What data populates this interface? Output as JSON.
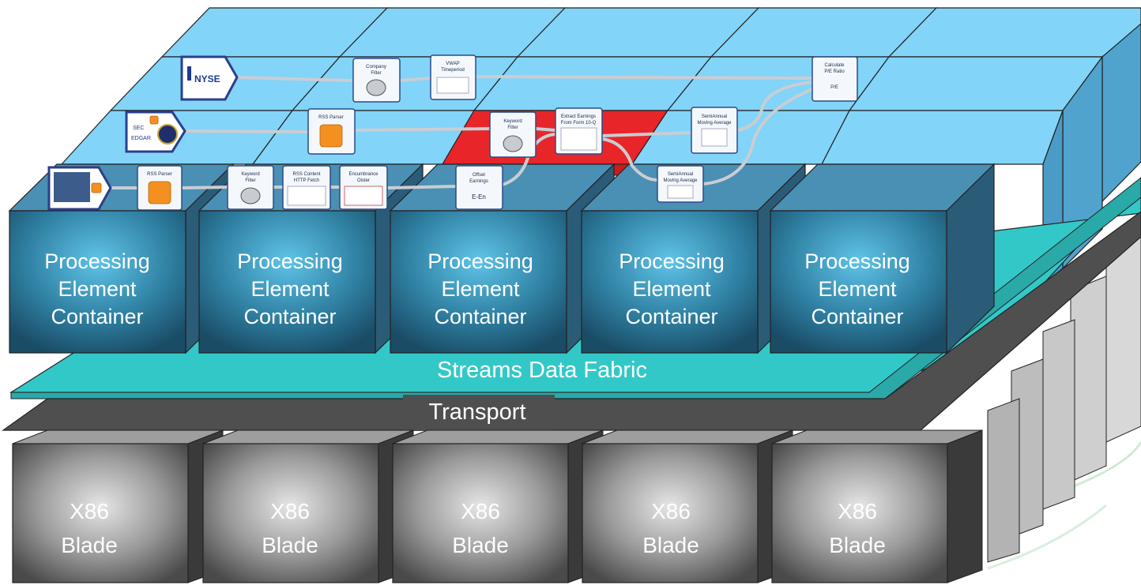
{
  "layers": {
    "fabric_label": "Streams Data Fabric",
    "transport_label": "Transport"
  },
  "containers": [
    {
      "line1": "Processing",
      "line2": "Element",
      "line3": "Container"
    },
    {
      "line1": "Processing",
      "line2": "Element",
      "line3": "Container"
    },
    {
      "line1": "Processing",
      "line2": "Element",
      "line3": "Container"
    },
    {
      "line1": "Processing",
      "line2": "Element",
      "line3": "Container"
    },
    {
      "line1": "Processing",
      "line2": "Element",
      "line3": "Container"
    }
  ],
  "blades": [
    {
      "line1": "X86",
      "line2": "Blade"
    },
    {
      "line1": "X86",
      "line2": "Blade"
    },
    {
      "line1": "X86",
      "line2": "Blade"
    },
    {
      "line1": "X86",
      "line2": "Blade"
    },
    {
      "line1": "X86",
      "line2": "Blade"
    }
  ],
  "sources": {
    "nyse_label": "NYSE",
    "sec_line1": "SEC",
    "sec_line2": "EDGAR"
  },
  "operators": {
    "company_filter": {
      "l1": "Company",
      "l2": "Filter"
    },
    "vwap": {
      "l1": "VWAP",
      "l2": "Timeperiod"
    },
    "calc_pe": {
      "l1": "Calculate",
      "l2": "P/E Ratio"
    },
    "rss_parser_mid": {
      "l1": "RSS Parser"
    },
    "keyword_filter_mid": {
      "l1": "Keyword",
      "l2": "Filter"
    },
    "extract_earnings": {
      "l1": "Extract Earnings",
      "l2": "From Form 10-Q"
    },
    "semiannual_top": {
      "l1": "SemiAnnual",
      "l2": "Moving Average"
    },
    "rss_parser_bottom": {
      "l1": "RSS Parser"
    },
    "keyword_filter_bottom": {
      "l1": "Keyword",
      "l2": "Filter"
    },
    "rss_content": {
      "l1": "RSS Content",
      "l2": "HTTP Fetch"
    },
    "encumbrance": {
      "l1": "Encumbrance",
      "l2": "Oister"
    },
    "offset_earnings": {
      "l1": "Offset",
      "l2": "Earnings",
      "l3": "E-En"
    },
    "semiannual_bottom": {
      "l1": "SemiAnnual",
      "l2": "Moving Average"
    }
  },
  "colors": {
    "top_cube_face": "#82d4f8",
    "top_cube_side": "#4fa3cd",
    "container_front": "#2e7ea0",
    "fabric": "#33c8c8",
    "transport": "#4f4f4f",
    "blade_front": "#8a8a8a",
    "highlight_red": "#e8262a"
  }
}
